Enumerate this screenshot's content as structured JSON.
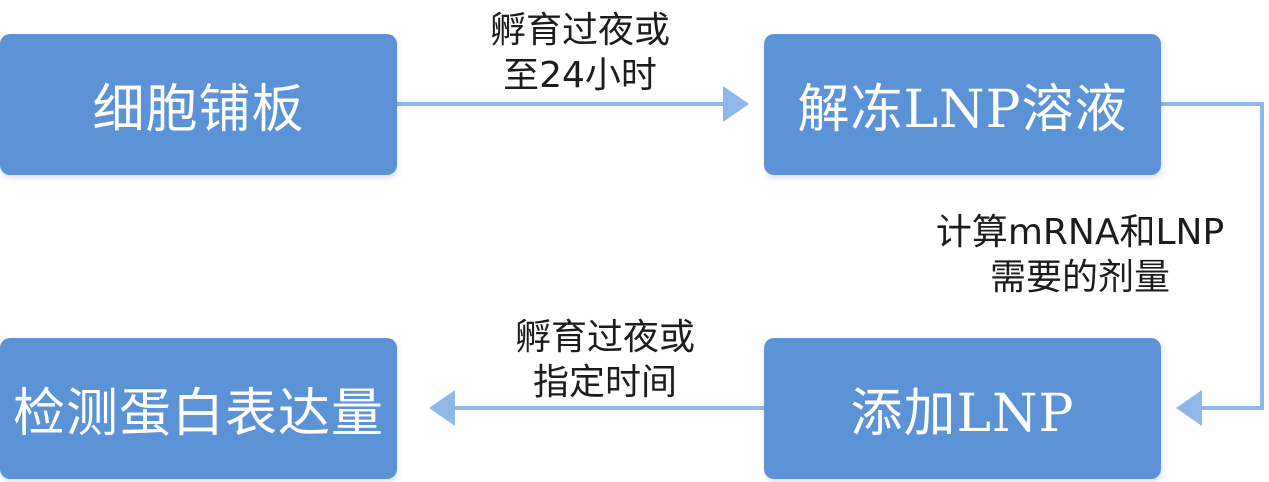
{
  "colors": {
    "box_fill": "#5b93d6",
    "connector": "#8fb8ea",
    "box_text": "#ffffff",
    "label_text": "#1c1c1c"
  },
  "nodes": {
    "plate_cells": "细胞铺板",
    "thaw_lnp": "解冻LNP溶液",
    "add_lnp": "添加LNP",
    "detect_expression": "检测蛋白表达量"
  },
  "edges": {
    "plate_to_thaw": [
      "孵育过夜或",
      "至24小时"
    ],
    "thaw_to_add": [
      "计算mRNA和LNP",
      "需要的剂量"
    ],
    "add_to_detect": [
      "孵育过夜或",
      "指定时间"
    ]
  }
}
